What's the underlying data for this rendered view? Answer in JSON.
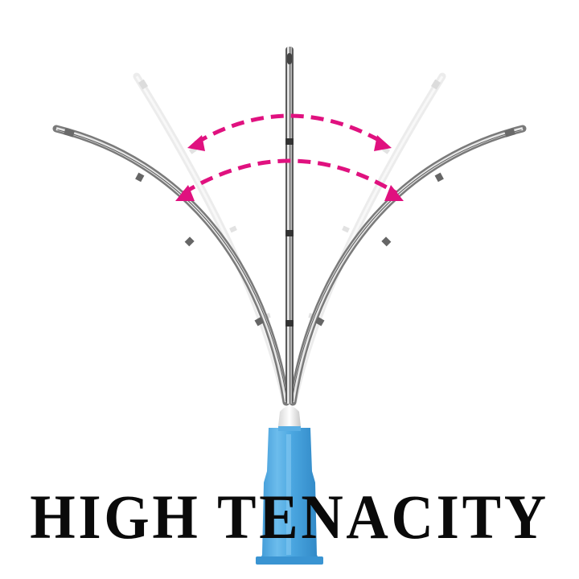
{
  "headline": "HIGH TENACITY",
  "colors": {
    "background": "#ffffff",
    "arrow": "#e0117f",
    "hub": "#4aa6e0",
    "hub_dark": "#2f86c4",
    "steel_light": "#d9d9d9",
    "steel_mid": "#9a9a9a",
    "steel_dark": "#4a4a4a",
    "ghost": "#e6e6e6",
    "text": "#0a0a0a"
  },
  "illustration": {
    "subject": "flexible blunt-tip cannula",
    "cannula_positions": [
      "far-left-bent",
      "left-ghost",
      "center-straight",
      "right-ghost",
      "far-right-bent"
    ],
    "arrows": [
      "upper-double-arrow",
      "lower-double-arrow"
    ],
    "hub": "blue-luer-hub"
  }
}
